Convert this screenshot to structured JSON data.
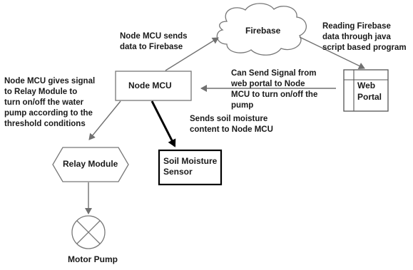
{
  "nodes": {
    "firebase": "Firebase",
    "node_mcu": "Node MCU",
    "web_portal_line1": "Web",
    "web_portal_line2": "Portal",
    "relay_module": "Relay Module",
    "soil_sensor_line1": "Soil Moisture",
    "soil_sensor_line2": "Sensor",
    "motor_pump": "Motor Pump"
  },
  "edge_labels": {
    "mcu_to_firebase": [
      "Node MCU sends",
      "data to Firebase"
    ],
    "firebase_to_portal": [
      "Reading Firebase",
      "data through java",
      "script based program"
    ],
    "portal_to_mcu": [
      "Can Send Signal from",
      "web portal to Node",
      "MCU to turn on/off the",
      "pump"
    ],
    "mcu_to_relay": [
      "Node MCU gives signal",
      "to Relay Module to",
      "turn on/off the water",
      "pump according to the",
      "threshold conditions"
    ],
    "sensor_to_mcu": [
      "Sends soil moisture",
      "content to Node MCU"
    ]
  },
  "colors": {
    "line": "#707070",
    "text": "#1a1a1a",
    "box_border": "#777777",
    "bold_arrow": "#000000"
  }
}
